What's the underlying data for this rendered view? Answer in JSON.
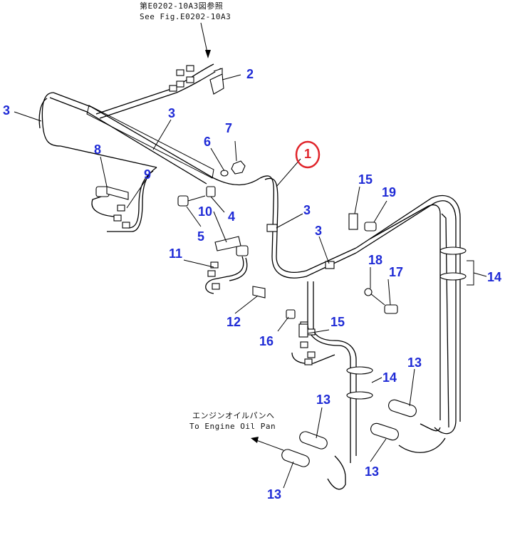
{
  "notes": {
    "top_ref_jp": "第E0202-10A3図参照",
    "top_ref_en": "See Fig.E0202-10A3",
    "engine_jp": "エンジンオイルパンへ",
    "engine_en": "To Engine Oil Pan"
  },
  "highlight_color": "#e0242a",
  "label_color": "#1f2bd6",
  "highlighted_part": "1",
  "labels": {
    "l2": "2",
    "l3a": "3",
    "l3b": "3",
    "l3c": "3",
    "l3d": "3",
    "l4": "4",
    "l5": "5",
    "l6": "6",
    "l7": "7",
    "l8": "8",
    "l9": "9",
    "l10": "10",
    "l11": "11",
    "l12": "12",
    "l13a": "13",
    "l13b": "13",
    "l13c": "13",
    "l13d": "13",
    "l14a": "14",
    "l14b": "14",
    "l15a": "15",
    "l15b": "15",
    "l16": "16",
    "l17": "17",
    "l18": "18",
    "l19": "19"
  }
}
